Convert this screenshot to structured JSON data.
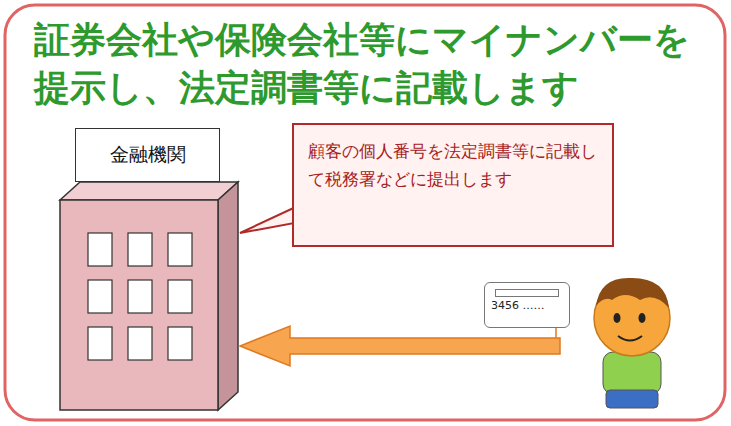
{
  "diagram": {
    "title": "証券会社や保険会社等にマイナンバーを提示し、法定調書等に記載します",
    "nodes": [
      {
        "text": [
          "金融機関"
        ]
      },
      {
        "text": [
          "顧客の個人番号を法定調書等に記載して税務署などに提出します"
        ]
      },
      {
        "text": [
          "3456 ……"
        ]
      }
    ],
    "edges": [
      {
        "from": 2,
        "to": 0,
        "arrow": "to"
      }
    ]
  }
}
